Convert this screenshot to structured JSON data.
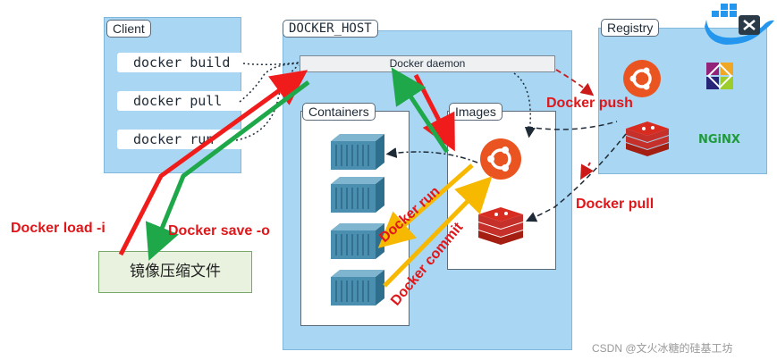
{
  "client": {
    "title": "Client",
    "commands": [
      "docker build",
      "docker pull",
      "docker run"
    ]
  },
  "host": {
    "title": "DOCKER_HOST",
    "daemon": "Docker daemon",
    "containers_title": "Containers",
    "images_title": "Images"
  },
  "registry": {
    "title": "Registry",
    "nginx_logo_text": "NGiNX"
  },
  "labels": {
    "docker_push": "Docker push",
    "docker_pull": "Docker pull",
    "docker_load": "Docker load -i",
    "docker_save": "Docker save -o",
    "docker_run": "Docker run",
    "docker_commit": "Docker commit"
  },
  "file_box": "镜像压缩文件",
  "watermark": "CSDN @文火冰糖的硅基工坊",
  "colors": {
    "panel_bg": "#a9d6f2",
    "red_arrow": "#f01c1c",
    "green_arrow": "#1fa84a",
    "yellow_arrow": "#f7b800",
    "ubuntu": "#e95420",
    "redis": "#d82c20",
    "container_blue": "#4a8fb0",
    "label_red": "#e0171a"
  },
  "icons": [
    "docker-whale-icon",
    "ubuntu-icon",
    "centos-icon",
    "nginx-icon",
    "redis-icon",
    "container-icon"
  ]
}
